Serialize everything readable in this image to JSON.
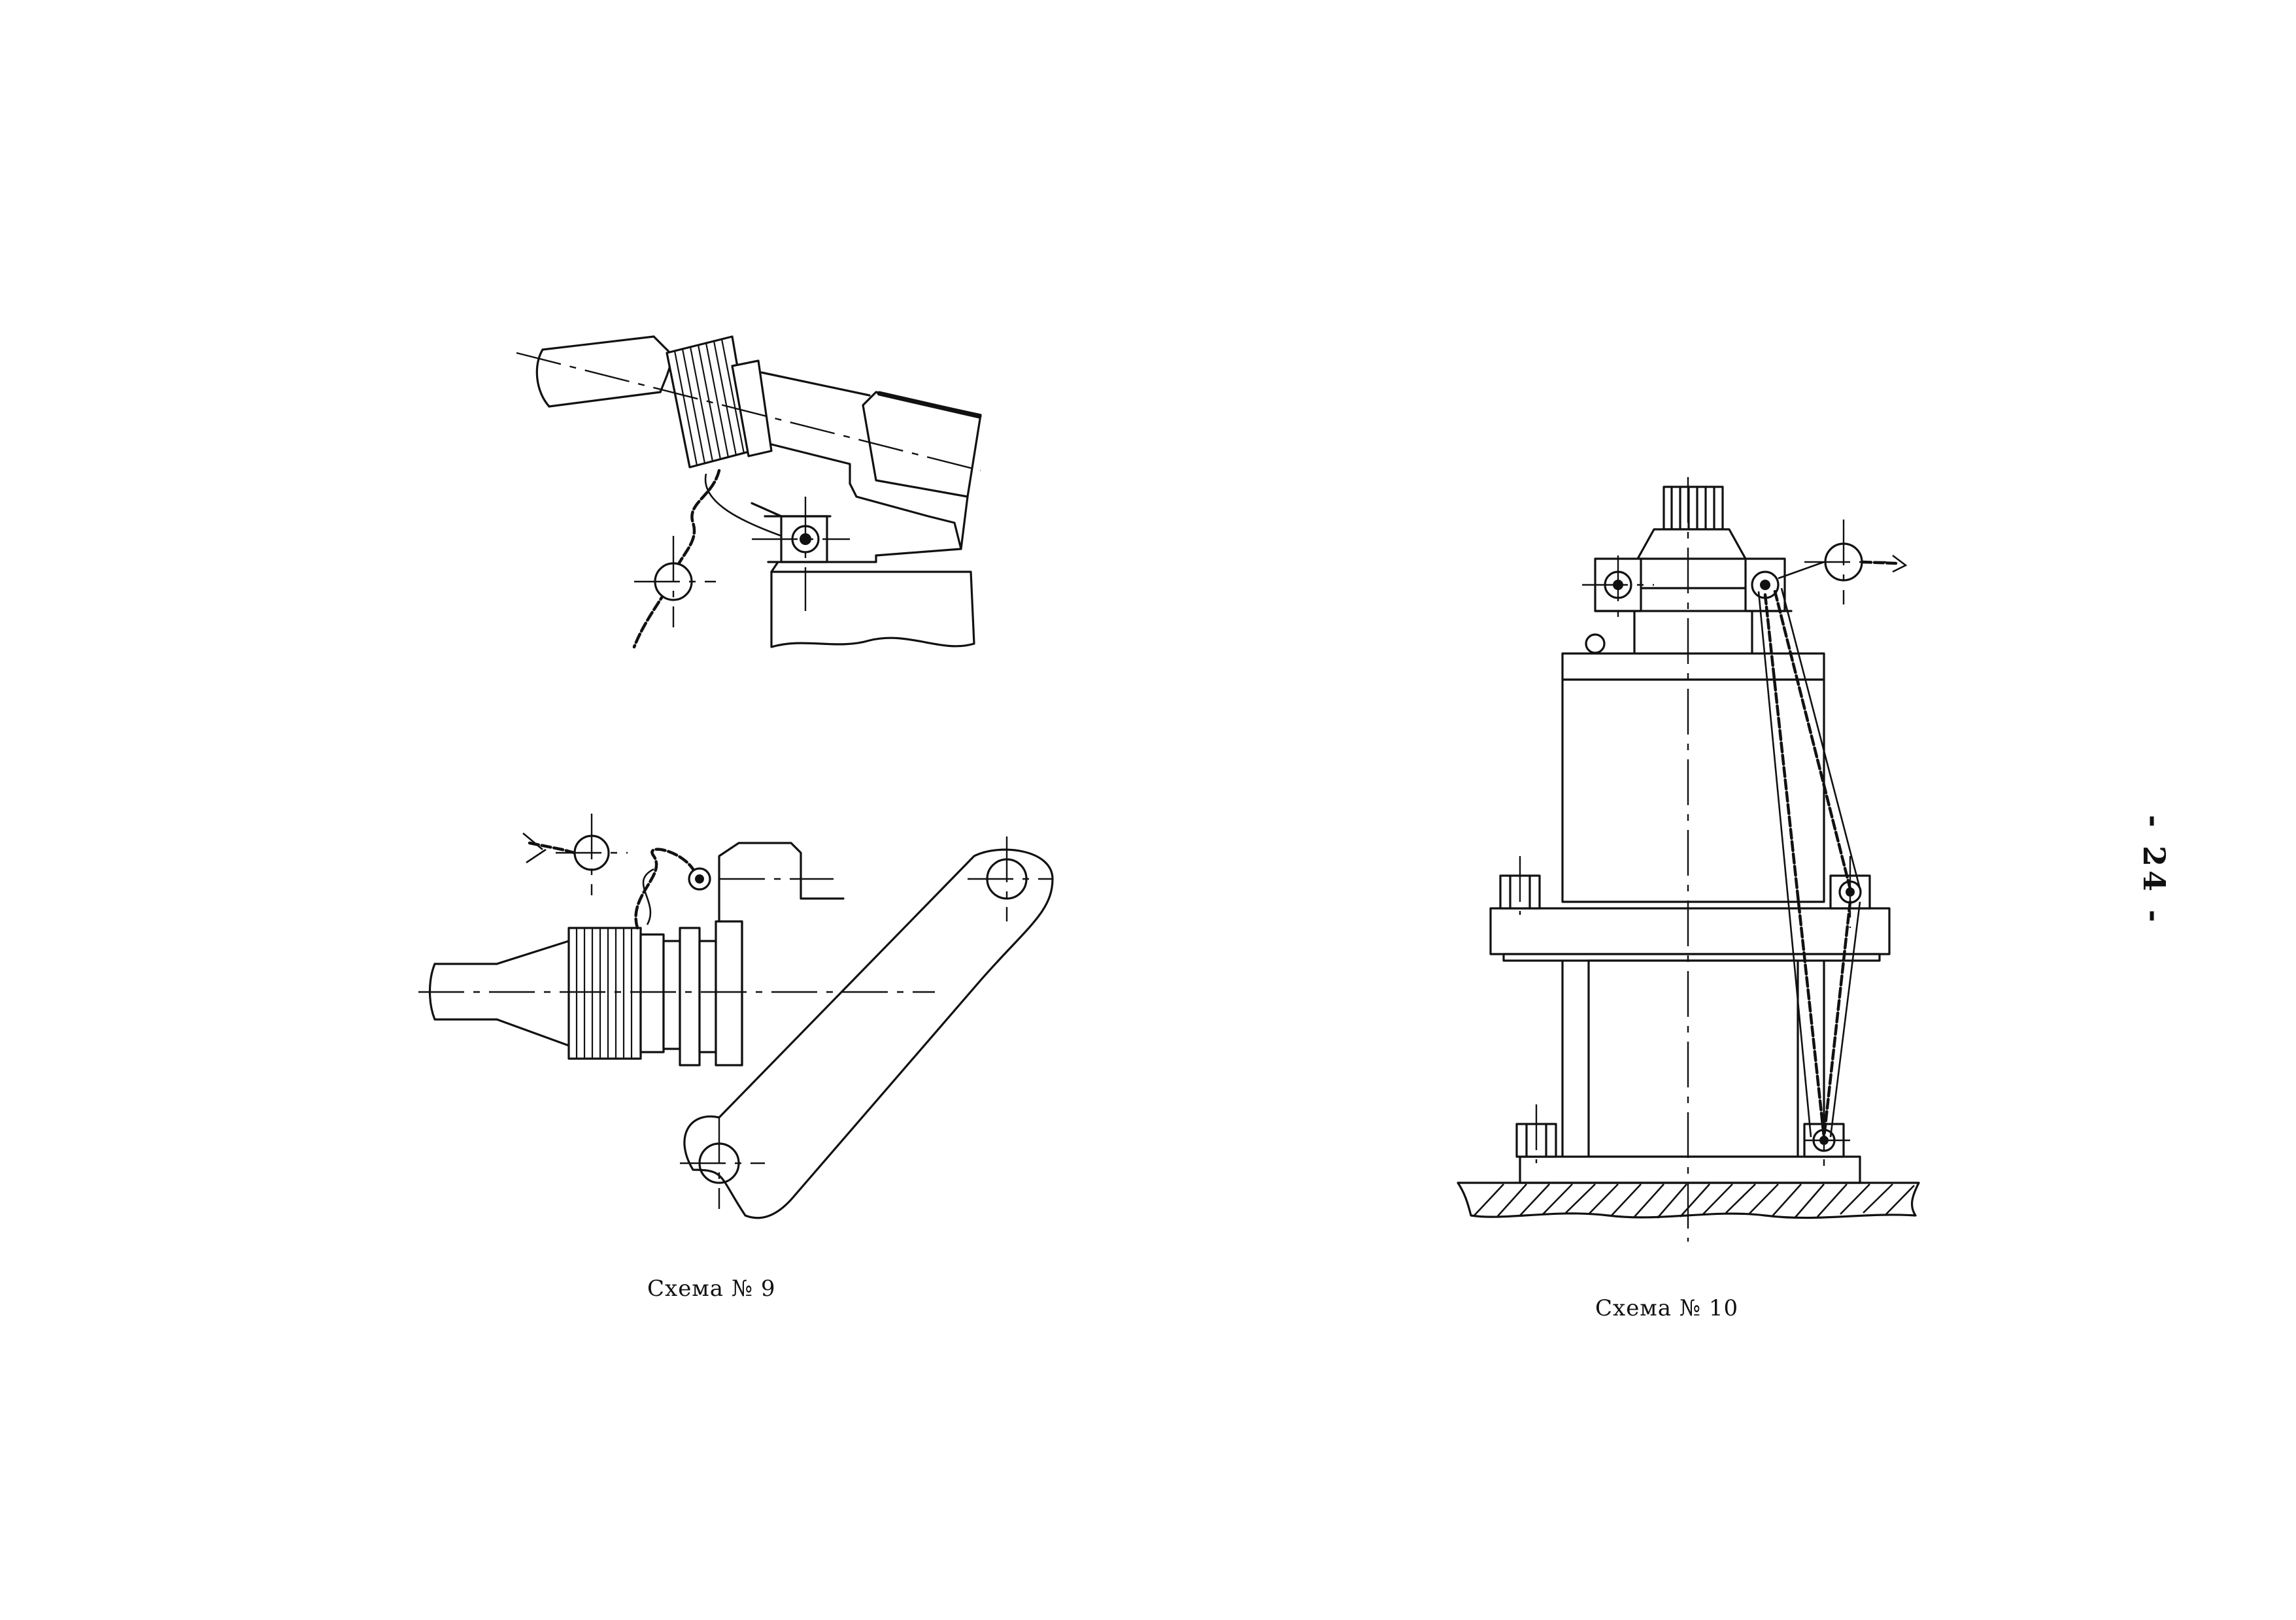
{
  "page": {
    "page_number": "- 24 -"
  },
  "figures": [
    {
      "id": "scheme-9",
      "caption": "Схема № 9"
    },
    {
      "id": "scheme-10",
      "caption": "Схема № 10"
    }
  ]
}
